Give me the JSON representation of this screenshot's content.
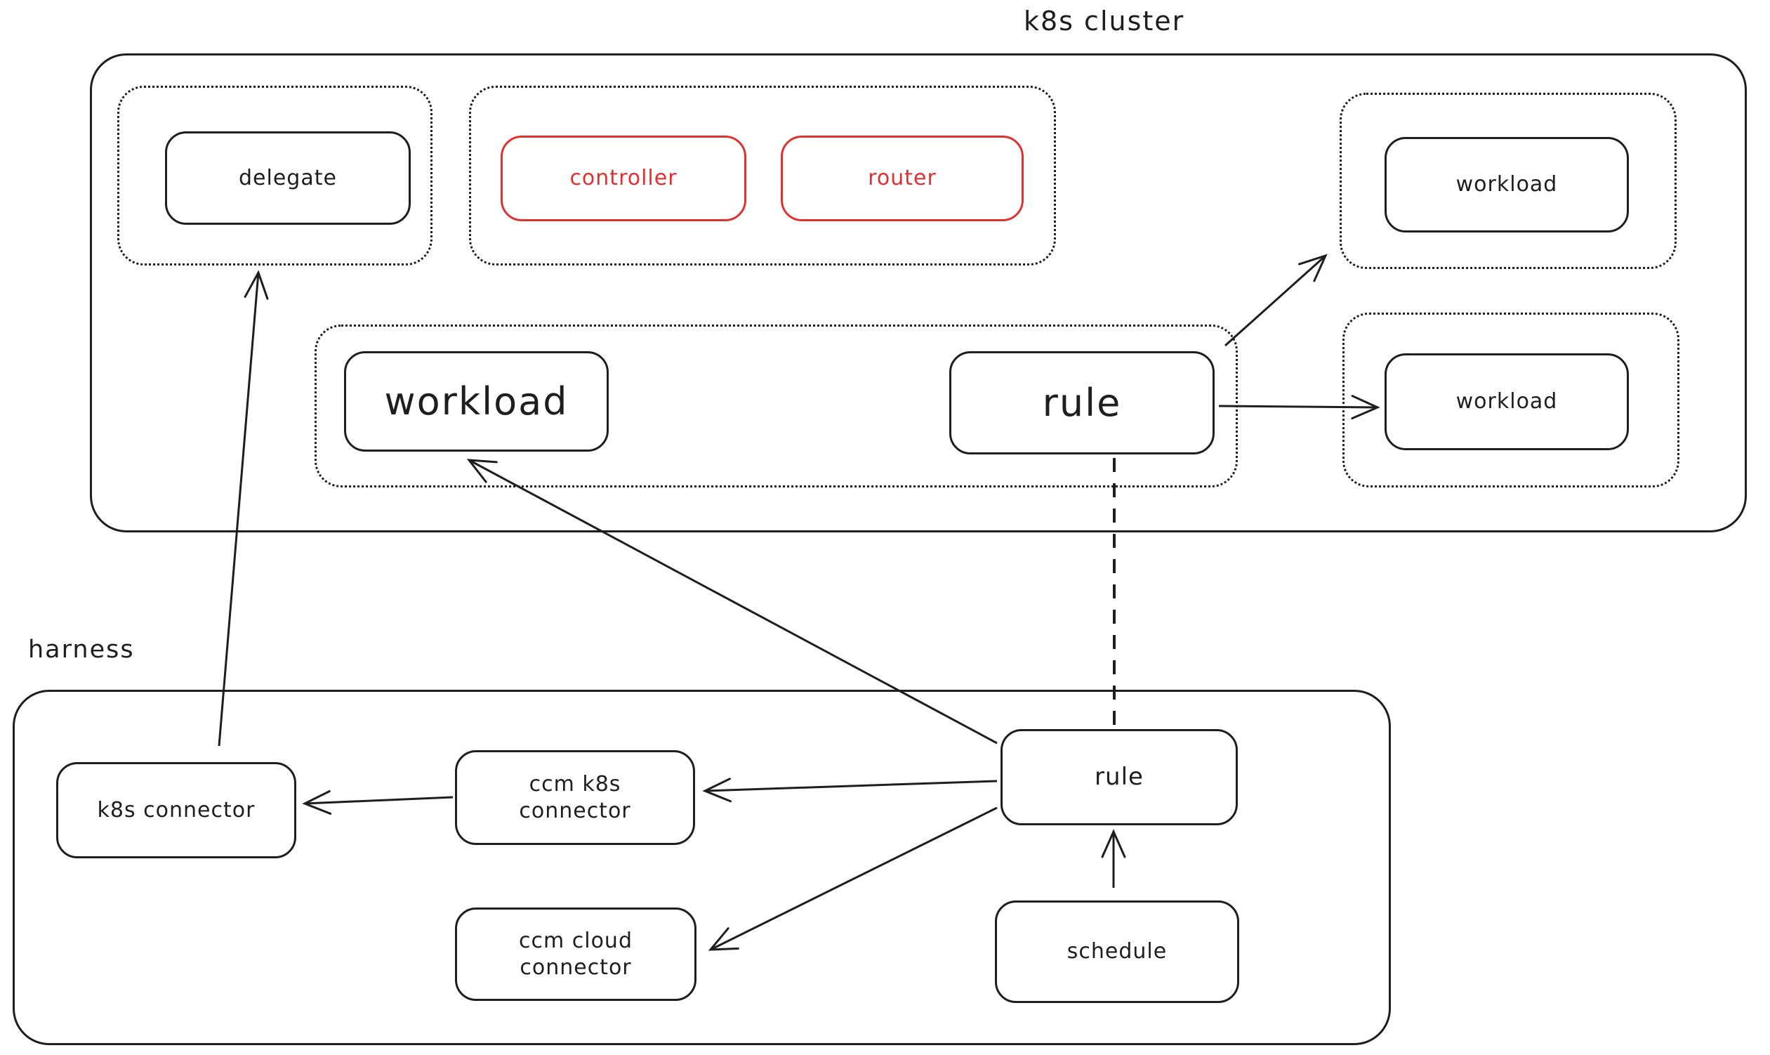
{
  "colors": {
    "stroke": "#1e1e1e",
    "accent_red": "#e03131",
    "background": "#ffffff"
  },
  "k8s_cluster": {
    "label": "k8s cluster",
    "nodes": {
      "delegate": "delegate",
      "controller": "controller",
      "router": "router",
      "workload_main": "workload",
      "rule": "rule",
      "workload_right_top": "workload",
      "workload_right_bottom": "workload"
    }
  },
  "harness": {
    "label": "harness",
    "nodes": {
      "k8s_connector": "k8s connector",
      "ccm_k8s_connector": "ccm k8s connector",
      "ccm_cloud_connector": "ccm cloud connector",
      "rule": "rule",
      "schedule": "schedule"
    }
  },
  "edges": [
    {
      "from": "harness.k8s_connector",
      "to": "k8s_cluster.delegate",
      "style": "solid-arrow"
    },
    {
      "from": "harness.rule",
      "to": "k8s_cluster.workload_main",
      "style": "solid-arrow"
    },
    {
      "from": "harness.rule",
      "to": "harness.ccm_k8s_connector",
      "style": "solid-arrow"
    },
    {
      "from": "harness.rule",
      "to": "harness.ccm_cloud_connector",
      "style": "solid-arrow"
    },
    {
      "from": "harness.ccm_k8s_connector",
      "to": "harness.k8s_connector",
      "style": "solid-arrow"
    },
    {
      "from": "harness.schedule",
      "to": "harness.rule",
      "style": "solid-arrow"
    },
    {
      "from": "k8s_cluster.rule",
      "to": "k8s_cluster.workload_right_top",
      "style": "solid-arrow"
    },
    {
      "from": "k8s_cluster.rule",
      "to": "k8s_cluster.workload_right_bottom",
      "style": "solid-arrow"
    },
    {
      "from": "k8s_cluster.rule",
      "to": "harness.rule",
      "style": "dashed-line"
    }
  ]
}
